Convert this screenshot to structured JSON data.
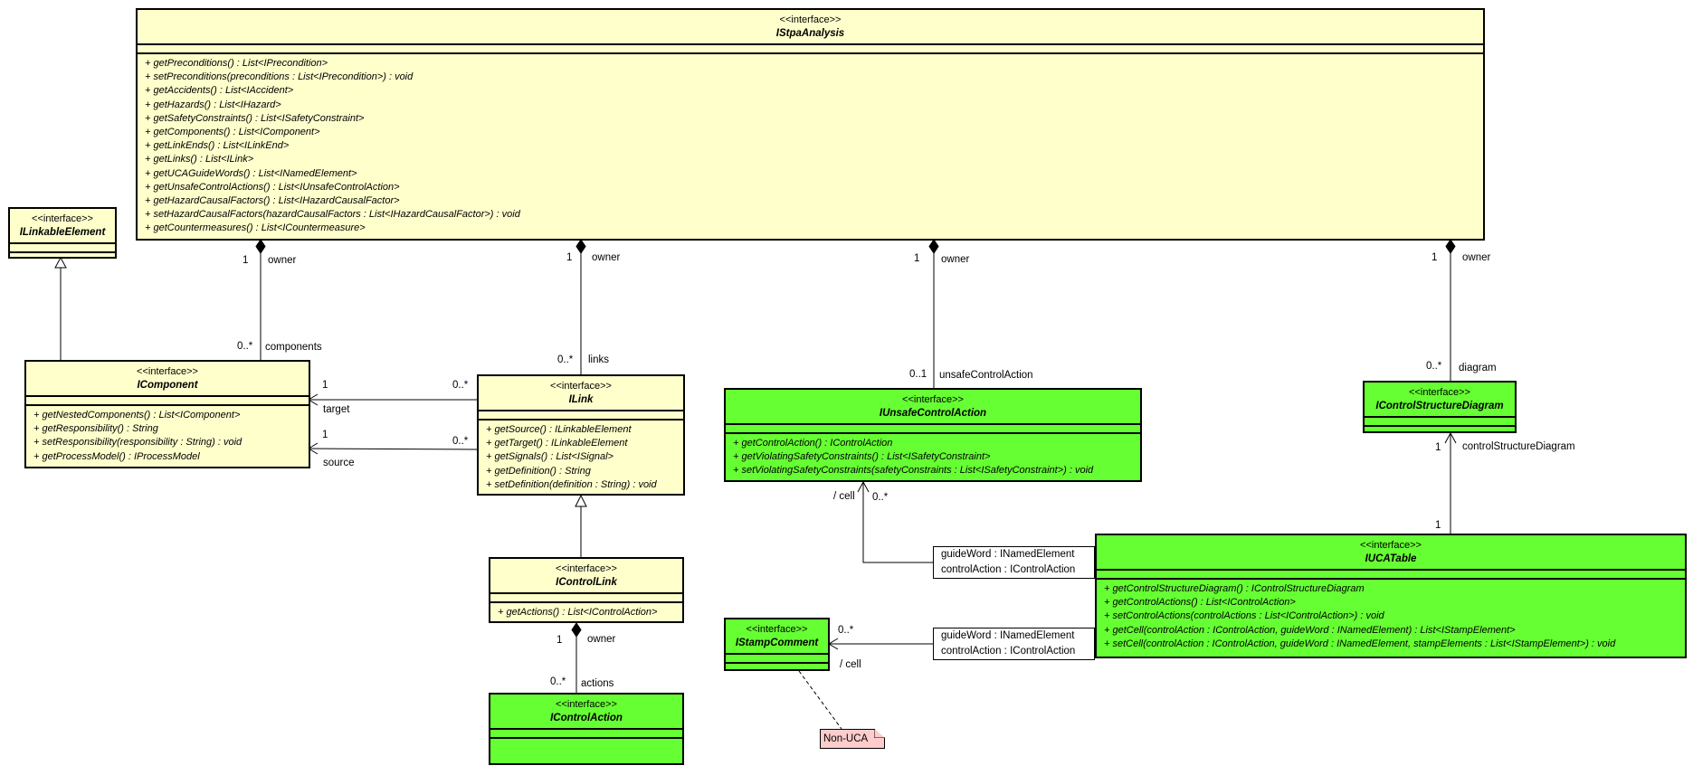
{
  "stereotype": "<<interface>>",
  "classes": {
    "istpa": {
      "name": "IStpaAnalysis",
      "ops": [
        "+ getPreconditions() : List<IPrecondition>",
        "+ setPreconditions(preconditions : List<IPrecondition>) : void",
        "+ getAccidents() : List<IAccident>",
        "+ getHazards() : List<IHazard>",
        "+ getSafetyConstraints() : List<ISafetyConstraint>",
        "+ getComponents() : List<IComponent>",
        "+ getLinkEnds() : List<ILinkEnd>",
        "+ getLinks() : List<ILink>",
        "+ getUCAGuideWords() : List<INamedElement>",
        "+ getUnsafeControlActions() : List<IUnsafeControlAction>",
        "+ getHazardCausalFactors() : List<IHazardCausalFactor>",
        "+ setHazardCausalFactors(hazardCausalFactors : List<IHazardCausalFactor>) : void",
        "+ getCountermeasures() : List<ICountermeasure>"
      ]
    },
    "ilinkable": {
      "name": "ILinkableElement",
      "ops": []
    },
    "icomponent": {
      "name": "IComponent",
      "ops": [
        "+ getNestedComponents() : List<IComponent>",
        "+ getResponsibility() : String",
        "+ setResponsibility(responsibility : String) : void",
        "+ getProcessModel() : IProcessModel"
      ]
    },
    "ilink": {
      "name": "ILink",
      "ops": [
        "+ getSource() : ILinkableElement",
        "+ getTarget() : ILinkableElement",
        "+ getSignals() : List<ISignal>",
        "+ getDefinition() : String",
        "+ setDefinition(definition : String) : void"
      ]
    },
    "icontrollink": {
      "name": "IControlLink",
      "ops": [
        "+ getActions() : List<IControlAction>"
      ]
    },
    "icontrolaction": {
      "name": "IControlAction",
      "ops": []
    },
    "iunsafe": {
      "name": "IUnsafeControlAction",
      "ops": [
        "+ getControlAction() : IControlAction",
        "+ getViolatingSafetyConstraints() : List<ISafetyConstraint>",
        "+ setViolatingSafetyConstraints(safetyConstraints : List<ISafetyConstraint>) : void"
      ]
    },
    "icsd": {
      "name": "IControlStructureDiagram",
      "ops": []
    },
    "iucatable": {
      "name": "IUCATable",
      "ops": [
        "+ getControlStructureDiagram() : IControlStructureDiagram",
        "+ getControlActions() : List<IControlAction>",
        "+ setControlActions(controlActions : List<IControlAction>) : void",
        "+ getCell(controlAction : IControlAction, guideWord : INamedElement) : List<IStampElement>",
        "+ setCell(controlAction : IControlAction, guideWord : INamedElement, stampElements : List<IStampElement>) : void"
      ]
    },
    "istampcomment": {
      "name": "IStampComment",
      "ops": []
    }
  },
  "qualifiers": {
    "upper": [
      "guideWord : INamedElement",
      "controlAction : IControlAction"
    ],
    "lower": [
      "guideWord : INamedElement",
      "controlAction : IControlAction"
    ]
  },
  "labels": {
    "comp_one": "1",
    "comp_owner": "owner",
    "comp_many": "0..*",
    "comp_role": "components",
    "link_one": "1",
    "link_owner": "owner",
    "link_many": "0..*",
    "link_role": "links",
    "uca_one": "1",
    "uca_owner": "owner",
    "uca_many": "0..1",
    "uca_role": "unsafeControlAction",
    "csd_one": "1",
    "csd_owner": "owner",
    "csd_many": "0..*",
    "csd_role": "diagram",
    "target_one": "1",
    "target_many": "0..*",
    "target_role": "target",
    "source_one": "1",
    "source_many": "0..*",
    "source_role": "source",
    "act_one": "1",
    "act_owner": "owner",
    "act_many": "0..*",
    "act_role": "actions",
    "cell1_role": "/ cell",
    "cell1_many": "0..*",
    "cell2_role": "/ cell",
    "cell2_many": "0..*",
    "tbl_csd_one": "1",
    "tbl_csd_role": "controlStructureDiagram",
    "tbl_one": "1"
  },
  "note": "Non-UCA"
}
